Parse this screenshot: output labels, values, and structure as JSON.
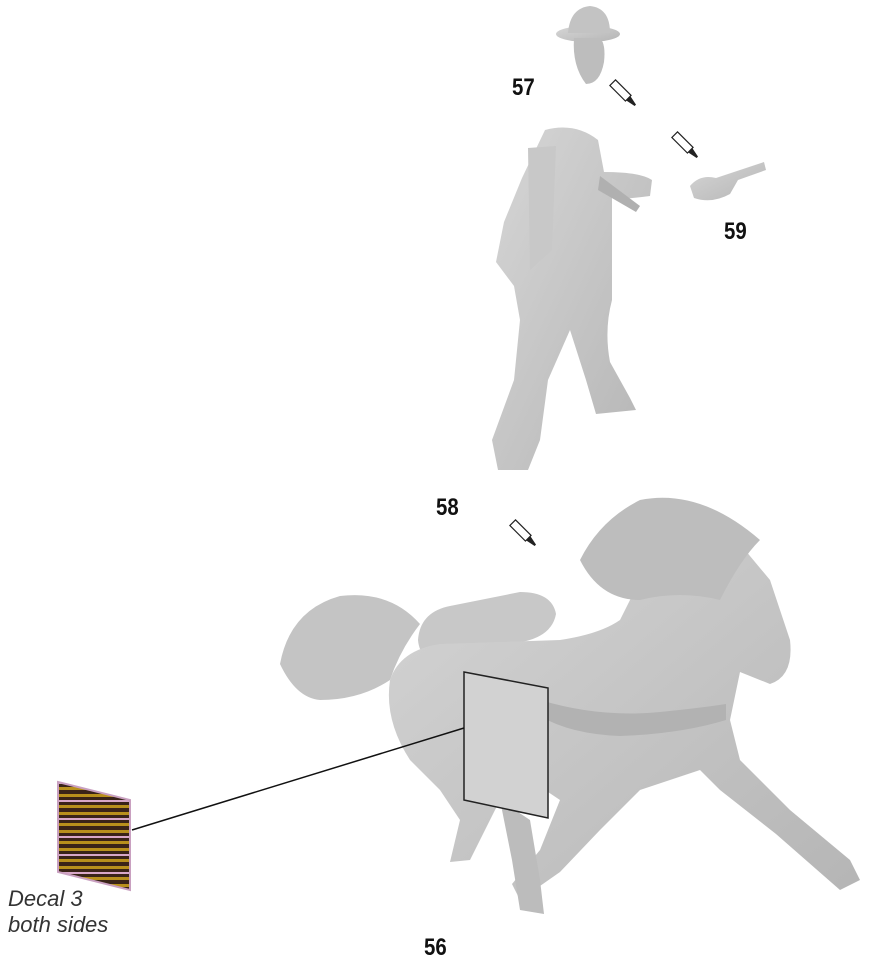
{
  "parts": {
    "hat_head": {
      "number": "57"
    },
    "figure": {
      "number": "58"
    },
    "hand_revolver": {
      "number": "59"
    },
    "horse": {
      "number": "56"
    }
  },
  "decal": {
    "line1": "Decal 3",
    "line2": "both sides"
  },
  "icons": [
    "glue-tube-icon",
    "glue-tube-icon",
    "glue-tube-icon"
  ],
  "colors": {
    "part_fill": "#cfcfcf",
    "part_shade": "#a9a9a9",
    "decal_dark": "#3a2418",
    "decal_gold": "#b8901c",
    "decal_pink": "#d8a8c8"
  }
}
